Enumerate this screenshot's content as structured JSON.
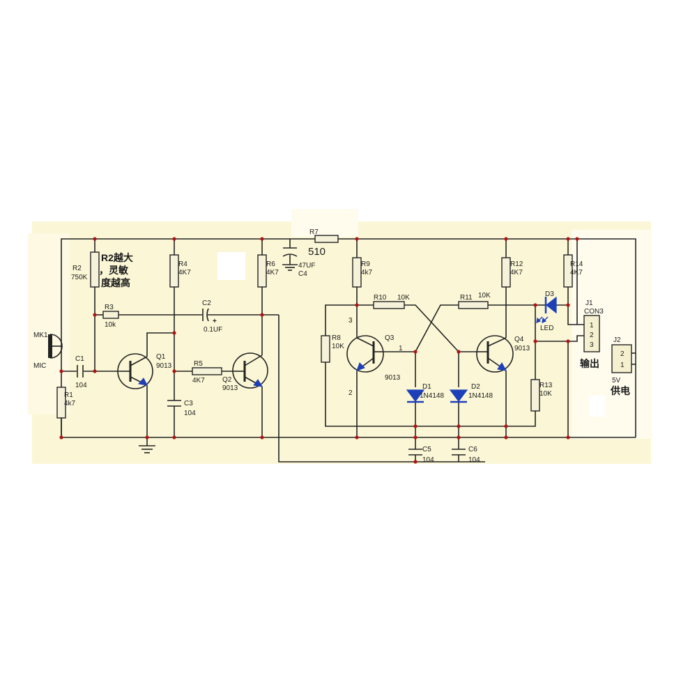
{
  "schematic": {
    "colors": {
      "background": "#ffffff",
      "board": "#fbf7d6",
      "wire": "#222222",
      "junction": "#b01515",
      "accent": "#1d3fb8"
    },
    "components": {
      "mk1": {
        "ref": "MK1",
        "value": "MIC"
      },
      "r1": {
        "ref": "R1",
        "value": "4k7"
      },
      "r2": {
        "ref": "R2",
        "value": "750K"
      },
      "r2_note_line1": "R2越大",
      "r2_note_line2": "，灵敏",
      "r2_note_line3": "度越高",
      "r3": {
        "ref": "R3",
        "value": "10k"
      },
      "r4": {
        "ref": "R4",
        "value": "4K7"
      },
      "r5": {
        "ref": "R5",
        "value": "4K7"
      },
      "r6": {
        "ref": "R6",
        "value": "4K7"
      },
      "r7": {
        "ref": "R7",
        "value": "510"
      },
      "r8": {
        "ref": "R8",
        "value": "10K"
      },
      "r9": {
        "ref": "R9",
        "value": "4k7"
      },
      "r10": {
        "ref": "R10",
        "value": "10K"
      },
      "r11": {
        "ref": "R11",
        "value": "10K"
      },
      "r12": {
        "ref": "R12",
        "value": "4K7"
      },
      "r13": {
        "ref": "R13",
        "value": "10K"
      },
      "r14": {
        "ref": "R14",
        "value": "4K7"
      },
      "c1": {
        "ref": "C1",
        "value": "104"
      },
      "c2": {
        "ref": "C2",
        "value": "0.1UF"
      },
      "c3": {
        "ref": "C3",
        "value": "104"
      },
      "c4": {
        "ref": "C4",
        "value": "47UF"
      },
      "c5": {
        "ref": "C5",
        "value": "104"
      },
      "c6": {
        "ref": "C6",
        "value": "104"
      },
      "q1": {
        "ref": "Q1",
        "value": "9013"
      },
      "q2": {
        "ref": "Q2",
        "value": "9013"
      },
      "q3": {
        "ref": "Q3",
        "value": "9013"
      },
      "q4": {
        "ref": "Q4",
        "value": "9013"
      },
      "q3_pin1": "1",
      "q3_pin2": "2",
      "q3_pin3": "3",
      "d1": {
        "ref": "D1",
        "value": "1N4148"
      },
      "d2": {
        "ref": "D2",
        "value": "1N4148"
      },
      "d3": {
        "ref": "D3",
        "value": "LED"
      },
      "j1": {
        "ref": "J1",
        "value": "CON3",
        "pins": [
          "1",
          "2",
          "3"
        ],
        "label": "输出"
      },
      "j2": {
        "ref": "J2",
        "value": "5V",
        "pins": [
          "2",
          "1"
        ],
        "label": "供电"
      },
      "plus_mark": "+"
    },
    "icons": [
      "microphone-icon",
      "npn-transistor-icon",
      "diode-icon",
      "led-icon",
      "ground-icon",
      "connector-icon"
    ]
  }
}
